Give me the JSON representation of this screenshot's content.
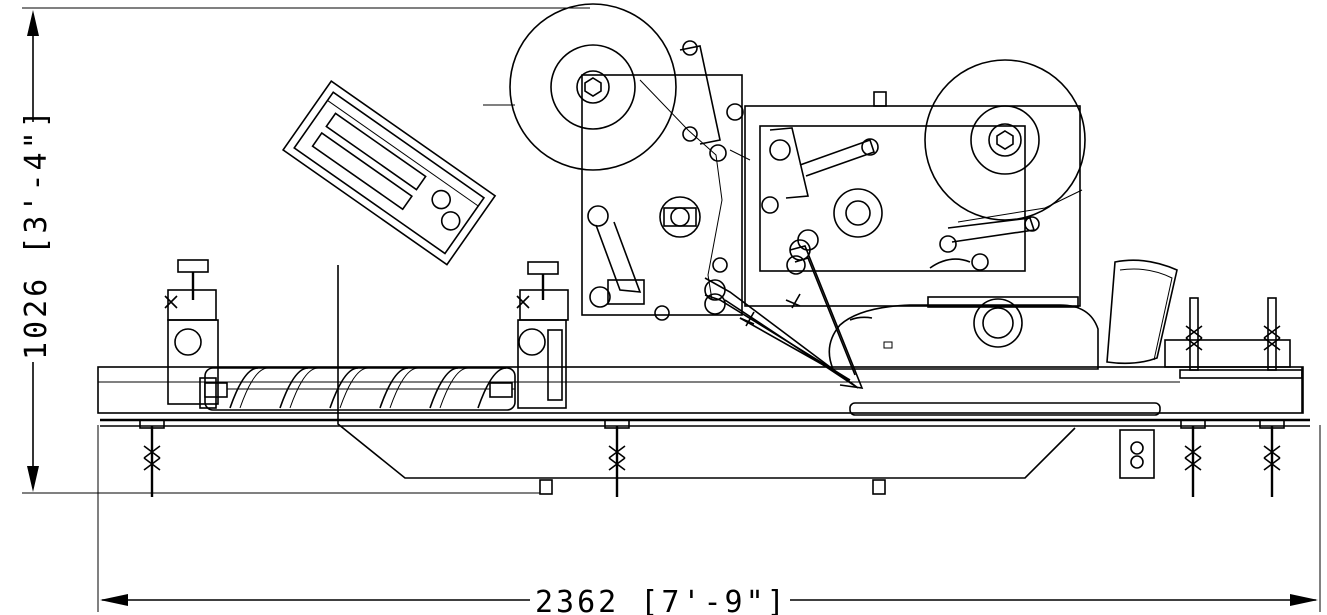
{
  "drawing": {
    "type": "labeling machine side elevation",
    "dimensions": {
      "height_label": "1026 [3'-4\"]",
      "width_label": "2362 [7'-9\"]"
    },
    "line_color": "#000000",
    "background_color": "#ffffff"
  }
}
